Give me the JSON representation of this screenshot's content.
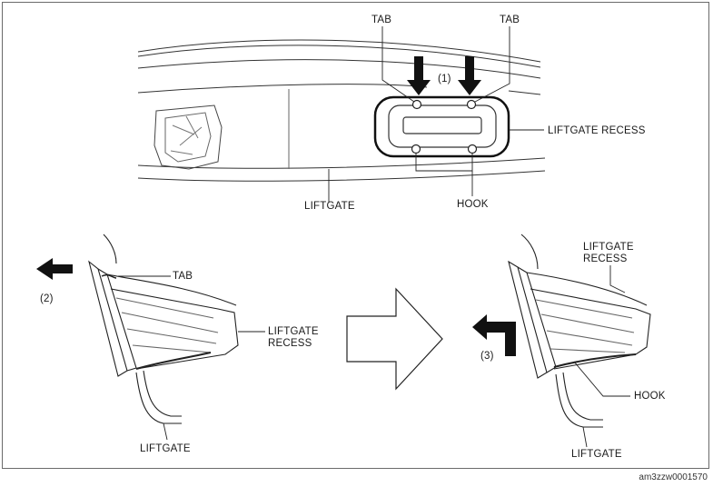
{
  "labels": {
    "tab_left": "TAB",
    "tab_right": "TAB",
    "step1": "(1)",
    "liftgate_recess_top": "LIFTGATE RECESS",
    "liftgate_top": "LIFTGATE",
    "hook_top": "HOOK",
    "tab_side": "TAB",
    "step2": "(2)",
    "liftgate_recess_left_line1": "LIFTGATE",
    "liftgate_recess_left_line2": "RECESS",
    "liftgate_left": "LIFTGATE",
    "liftgate_recess_right_line1": "LIFTGATE",
    "liftgate_recess_right_line2": "RECESS",
    "step3": "(3)",
    "hook_right": "HOOK",
    "liftgate_right": "LIFTGATE"
  },
  "figure_code": "am3zzw0001570"
}
